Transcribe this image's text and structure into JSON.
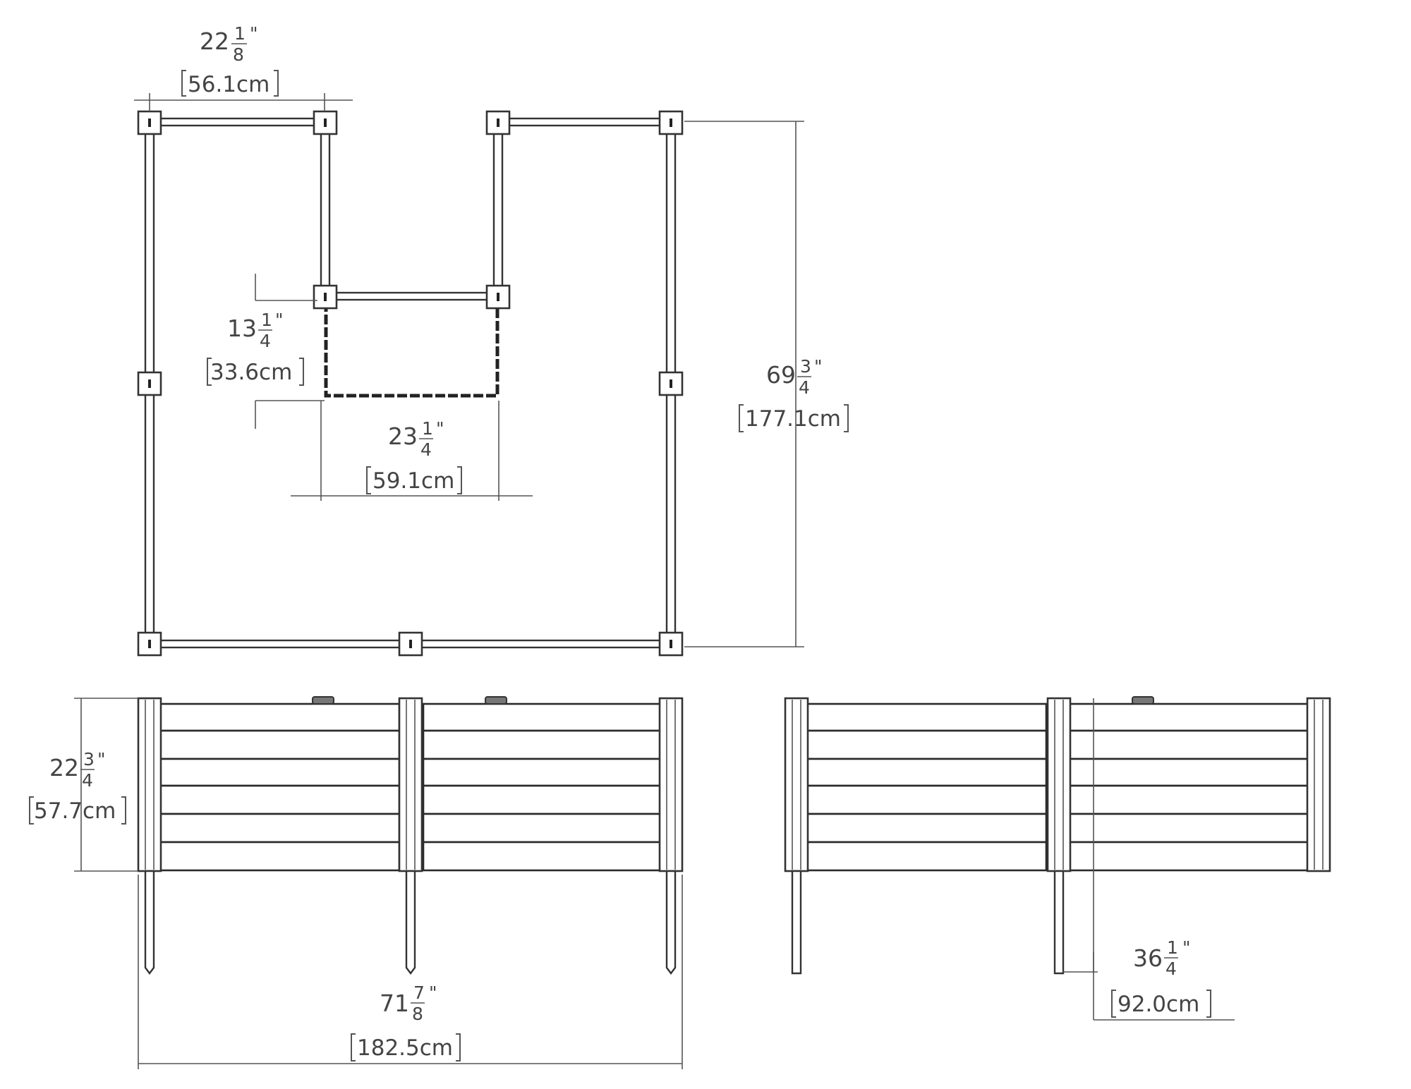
{
  "dimensions": {
    "top_width": {
      "whole": "22",
      "num": "1",
      "den": "8",
      "cm": "56.1cm"
    },
    "notch_depth": {
      "whole": "13",
      "num": "1",
      "den": "4",
      "cm": "33.6cm"
    },
    "notch_width": {
      "whole": "23",
      "num": "1",
      "den": "4",
      "cm": "59.1cm"
    },
    "total_depth": {
      "whole": "69",
      "num": "3",
      "den": "4",
      "cm": "177.1cm"
    },
    "height": {
      "whole": "22",
      "num": "3",
      "den": "4",
      "cm": "57.7cm"
    },
    "total_length": {
      "whole": "71",
      "num": "7",
      "den": "8",
      "cm": "182.5cm"
    },
    "side_length": {
      "whole": "36",
      "num": "1",
      "den": "4",
      "cm": "92.0cm"
    }
  },
  "inch_mark": "\""
}
